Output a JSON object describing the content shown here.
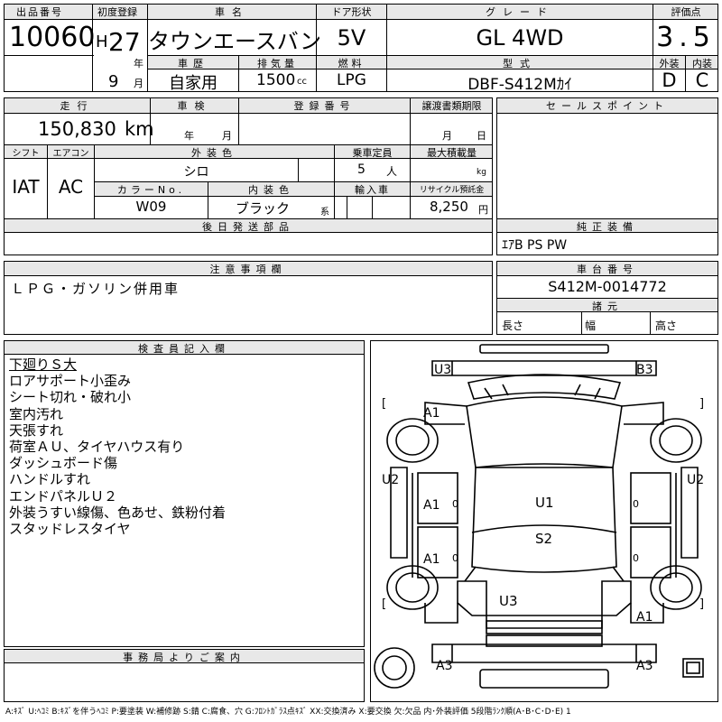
{
  "header": {
    "lot_no_label": "出品番号",
    "lot_no": "10060",
    "first_reg_label": "初度登録",
    "era": "H",
    "year": "27",
    "year_unit": "年",
    "month": "9",
    "month_unit": "月",
    "car_name_label": "車名",
    "car_name": "タウンエースバン",
    "door_label": "ドア形状",
    "door": "5V",
    "grade_label": "グレード",
    "grade": "GL 4WD",
    "score_label": "評価点",
    "score": "3.5",
    "history_label": "車歴",
    "history": "自家用",
    "displacement_label": "排気量",
    "displacement": "1500",
    "displacement_unit": "cc",
    "fuel_label": "燃料",
    "fuel": "LPG",
    "model_label": "型式",
    "model": "DBF-S412Mｶｲ",
    "exterior_label": "外装",
    "exterior_grade": "D",
    "interior_label": "内装",
    "interior_grade": "C"
  },
  "row2": {
    "mileage_label": "走行",
    "mileage": "150,830",
    "mileage_unit": "km",
    "inspection_label": "車検",
    "inspection_year_unit": "年",
    "inspection_month_unit": "月",
    "reg_no_label": "登録番号",
    "transfer_label": "譲渡書類期限",
    "transfer_month_unit": "月",
    "transfer_day_unit": "日",
    "shift_label": "シフト",
    "shift": "IAT",
    "ac_label": "エアコン",
    "ac": "AC",
    "ext_color_label": "外装色",
    "ext_color": "シロ",
    "capacity_label": "乗車定員",
    "capacity": "5",
    "capacity_unit": "人",
    "max_load_label": "最大積載量",
    "max_load_unit": "kg",
    "color_no_label": "カラーNo.",
    "color_no": "W09",
    "int_color_label": "内装色",
    "int_color": "ブラック",
    "int_color_suffix": "系",
    "import_label": "輸入車",
    "recycle_label": "リサイクル預託金",
    "recycle": "8,250",
    "recycle_unit": "円",
    "later_parts_label": "後日発送部品",
    "sales_point_label": "セールスポイント",
    "genuine_label": "純正装備",
    "genuine": "ｴｱB PS PW"
  },
  "notes": {
    "caution_label": "注意事項欄",
    "caution": "ＬＰＧ・ガソリン併用車",
    "chassis_label": "車台番号",
    "chassis": "S412M-0014772",
    "dims_label": "諸元",
    "length_label": "長さ",
    "width_label": "幅",
    "height_label": "高さ"
  },
  "inspector": {
    "label": "検査員記入欄",
    "lines": [
      "下廻りＳ大",
      "ロアサポート小歪み",
      "シート切れ・破れ小",
      "室内汚れ",
      "天張すれ",
      "荷室ＡＵ、タイヤハウス有り",
      "ダッシュボード傷",
      "ハンドルすれ",
      "エンドパネルＵ２",
      "外装うすい線傷、色あせ、鉄粉付着",
      "スタッドレスタイヤ"
    ]
  },
  "office": {
    "label": "事務局よりご案内"
  },
  "diagram": {
    "marks": {
      "u3_top": "U3",
      "b3_top": "B3",
      "a1_left_front": "A1",
      "u2_left": "U2",
      "u2_right": "U2",
      "a1_left_mid": "A1",
      "a1_left_rear": "A1",
      "u1_roof": "U1",
      "s2_roof": "S2",
      "u3_rear": "U3",
      "a1_right_rear": "A1",
      "a3_left_bottom": "A3",
      "a3_right_bottom": "A3"
    },
    "tire_bracket_left_open": "[",
    "tire_bracket_right_close": "]",
    "zero": "0"
  },
  "legend": "A:ｷｽﾞ U:ﾍｺﾐ B:ｷｽﾞを伴うﾍｺﾐ P:要塗装 W:補修跡 S:錆 C:腐食、穴 G:ﾌﾛﾝﾄｶﾞﾗｽ点ｷｽﾞ XX:交換済み X:要交換 欠:欠品 内･外装評価 5段階ﾗﾝｸ順(A･B･C･D･E) 1"
}
